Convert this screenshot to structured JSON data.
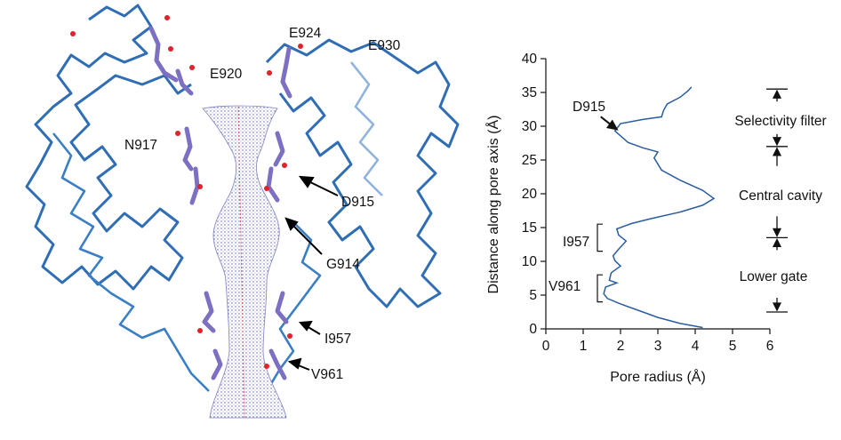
{
  "structure_panel": {
    "residue_labels": [
      "E924",
      "E930",
      "E920",
      "N917",
      "D915",
      "G914",
      "I957",
      "V961"
    ]
  },
  "chart_data": {
    "type": "line",
    "xlabel": "Pore radius (Å)",
    "ylabel": "Distance along pore axis (Å)",
    "xlim": [
      0,
      6
    ],
    "ylim": [
      0,
      40
    ],
    "xticks": [
      "0",
      "1",
      "2",
      "3",
      "4",
      "5",
      "6"
    ],
    "yticks": [
      "0",
      "5",
      "10",
      "15",
      "20",
      "25",
      "30",
      "35",
      "40"
    ],
    "grid": false,
    "series": [
      {
        "color": "#2a5d9e",
        "x": [
          4.2,
          3.6,
          3.0,
          2.5,
          2.0,
          1.65,
          1.55,
          1.6,
          1.9,
          1.7,
          1.75,
          2.0,
          1.85,
          1.8,
          1.95,
          2.15,
          1.95,
          1.9,
          2.3,
          2.8,
          3.6,
          4.2,
          4.5,
          4.2,
          3.6,
          3.1,
          2.9,
          3.0,
          2.6,
          2.2,
          1.85,
          2.0,
          2.6,
          3.1,
          3.15,
          3.25,
          3.6,
          3.8,
          3.9
        ],
        "y": [
          0.2,
          0.8,
          1.7,
          2.7,
          3.7,
          4.5,
          5.2,
          6.2,
          6.8,
          7.2,
          8.3,
          9.3,
          10.1,
          10.8,
          11.8,
          13.0,
          13.9,
          14.8,
          15.6,
          16.3,
          17.3,
          18.3,
          19.3,
          20.5,
          22.0,
          23.5,
          25.3,
          26.2,
          26.8,
          27.6,
          29.3,
          30.4,
          31.0,
          31.4,
          32.3,
          33.3,
          34.3,
          35.2,
          35.8
        ]
      }
    ],
    "annotations": {
      "pore_residues": [
        {
          "label": "D915",
          "x": 1.85,
          "y": 29.3
        },
        {
          "label": "I957",
          "y_range": [
            11.5,
            15.5
          ]
        },
        {
          "label": "V961",
          "y_range": [
            4.0,
            8.0
          ]
        }
      ],
      "regions": [
        {
          "label": "Selectivity filter",
          "y_range": [
            27.0,
            35.5
          ]
        },
        {
          "label": "Central cavity",
          "y_range": [
            13.5,
            27.0
          ]
        },
        {
          "label": "Lower gate",
          "y_range": [
            2.5,
            13.5
          ]
        }
      ]
    }
  }
}
